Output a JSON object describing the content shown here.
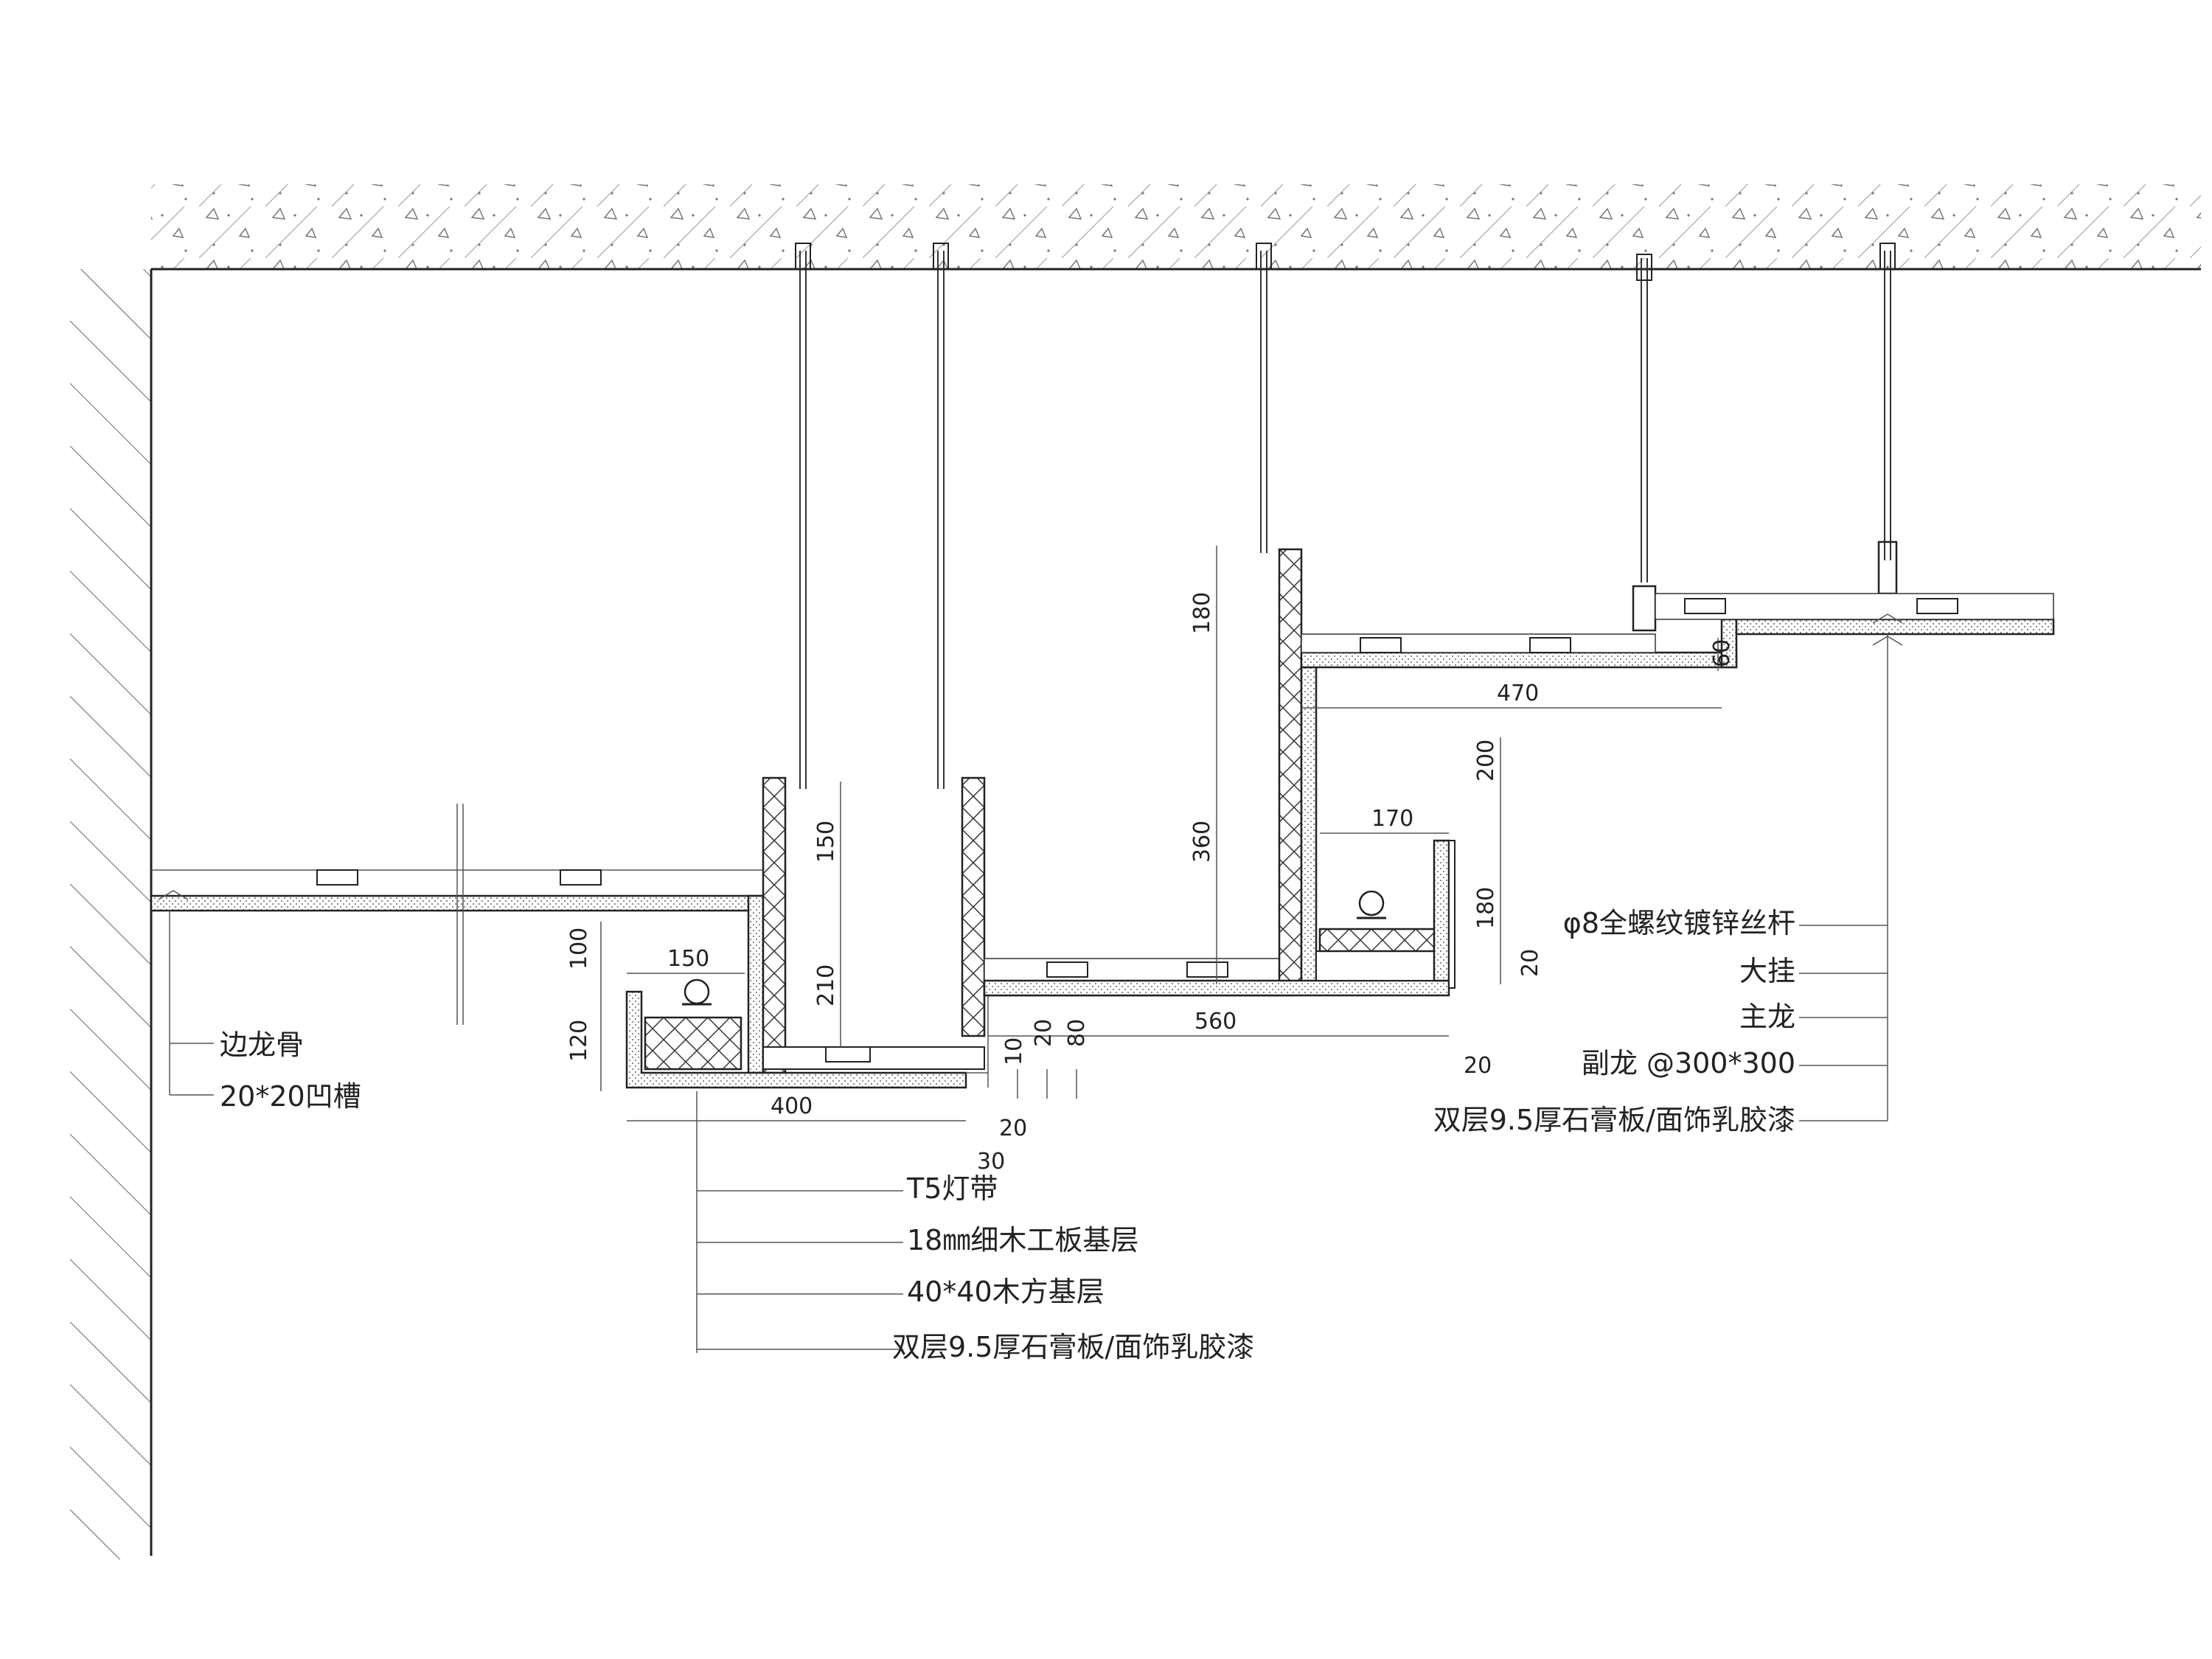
{
  "drawing": {
    "dimensions": {
      "d150_left": "150",
      "d100": "100",
      "d120": "120",
      "d400": "400",
      "d20_a": "20",
      "d30": "30",
      "d150_mid": "150",
      "d210": "210",
      "d10": "10",
      "d20_b": "20",
      "d80": "80",
      "d180_top": "180",
      "d360": "360",
      "d560": "560",
      "d20_c": "20",
      "d170": "170",
      "d200": "200",
      "d180_right": "180",
      "d20_d": "20",
      "d470": "470",
      "d60": "60"
    },
    "labels_left": {
      "edge_keel": "边龙骨",
      "groove": "20*20凹槽"
    },
    "labels_bottom": {
      "t5_light": "T5灯带",
      "blockboard": "18㎜细木工板基层",
      "timber": "40*40木方基层",
      "gypsum": "双层9.5厚石膏板/面饰乳胶漆"
    },
    "labels_right": {
      "rod": "φ8全螺纹镀锌丝杆",
      "hanger": "大挂",
      "main_keel": "主龙",
      "sub_keel": "副龙 @300*300",
      "gypsum": "双层9.5厚石膏板/面饰乳胶漆"
    }
  }
}
